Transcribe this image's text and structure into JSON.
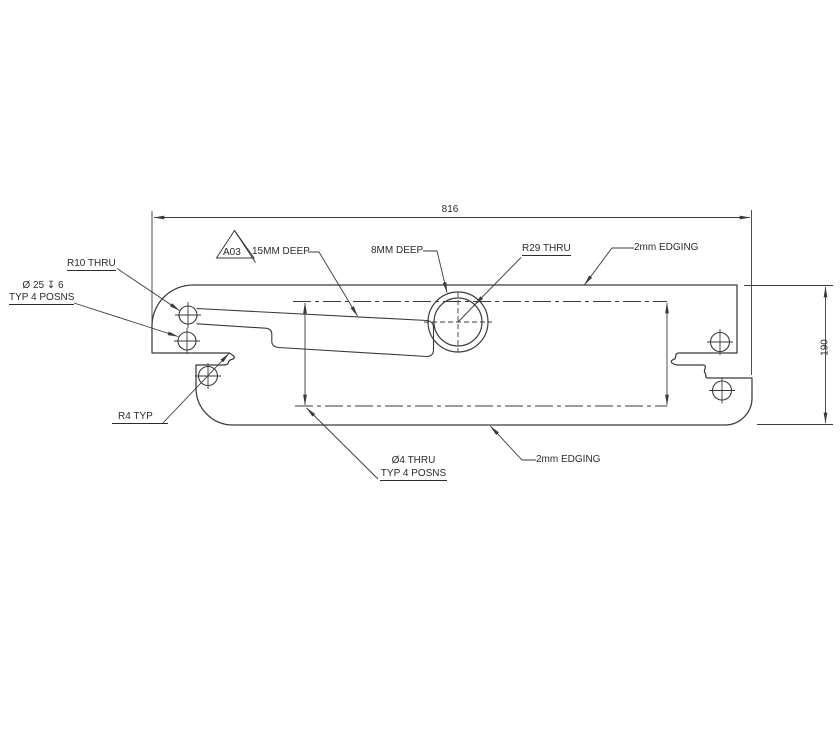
{
  "drawing": {
    "title": "plate-detail-drawing",
    "dimensions": {
      "overall_width": "816",
      "overall_height": "190"
    },
    "annotations": {
      "slot_end_radius": "R10 THRU",
      "cbore_line1": "Ø 25 ↧ 6",
      "cbore_line2": "TYP 4 POSNS",
      "corner_radius": "R4 TYP",
      "revision_flag": "A03",
      "slot_depth": "15MM DEEP",
      "cbore_depth": "8MM DEEP",
      "center_hole": "R29 THRU",
      "edging_top": "2mm EDGING",
      "edging_bottom": "2mm EDGING",
      "small_holes_line1": "Ø4 THRU",
      "small_holes_line2": "TYP 4 POSNS"
    },
    "colors": {
      "line": "#3a3a3a",
      "text": "#2b2b2b",
      "background": "#ffffff"
    }
  }
}
